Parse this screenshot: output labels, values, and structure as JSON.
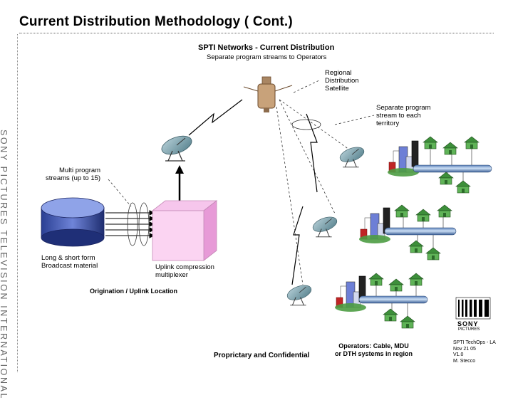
{
  "slide": {
    "title": "Current Distribution Methodology ( Cont.)",
    "side_text": "SONY PICTURES TELEVISION INTERNATIONAL"
  },
  "diagram": {
    "header_title": "SPTI Networks - Current Distribution",
    "header_subtitle": "Separate program streams to Operators",
    "satellite_label": [
      "Regional",
      "Distribution",
      "Satellite"
    ],
    "separate_stream_label": [
      "Separate program",
      "stream to each",
      "territory"
    ],
    "multi_program_label": [
      "Multi program",
      "streams (up to 15)"
    ],
    "material_label": [
      "Long & short form",
      "Broadcast material"
    ],
    "uplink_label": [
      "Uplink compression",
      "multiplexer"
    ],
    "origination_label": "Origination / Uplink Location",
    "confidential_label": "Proprictary and Confidential",
    "operators_label": [
      "Operators: Cable, MDU",
      "or DTH systems in region"
    ]
  },
  "logo": {
    "brand": "SONY",
    "sub": "PICTURES",
    "caption": [
      "SPTI TechOps - LA",
      "Nov 21 05",
      "V1.0",
      "M. Stecco"
    ]
  }
}
